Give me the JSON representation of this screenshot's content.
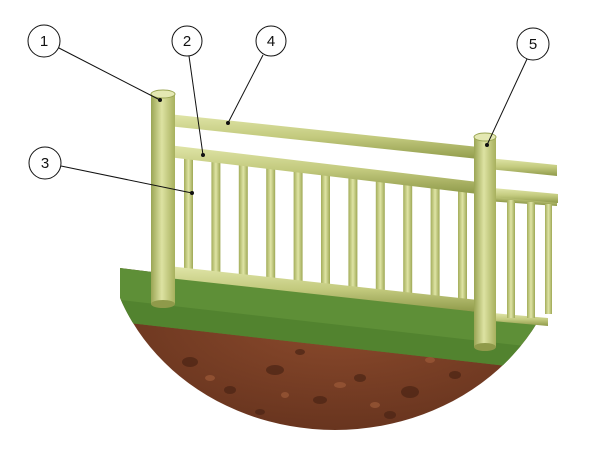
{
  "callouts": [
    {
      "id": "1",
      "label": "1"
    },
    {
      "id": "2",
      "label": "2"
    },
    {
      "id": "3",
      "label": "3"
    },
    {
      "id": "4",
      "label": "4"
    },
    {
      "id": "5",
      "label": "5"
    }
  ],
  "colors": {
    "wood_light": "#d7dc98",
    "wood_mid": "#bcc476",
    "wood_dark": "#8f9a4a",
    "grass": "#5e8f37",
    "grass_dark": "#3f6e24",
    "soil": "#7a3f26",
    "soil_dark": "#4e2616",
    "leader": "#111111"
  }
}
